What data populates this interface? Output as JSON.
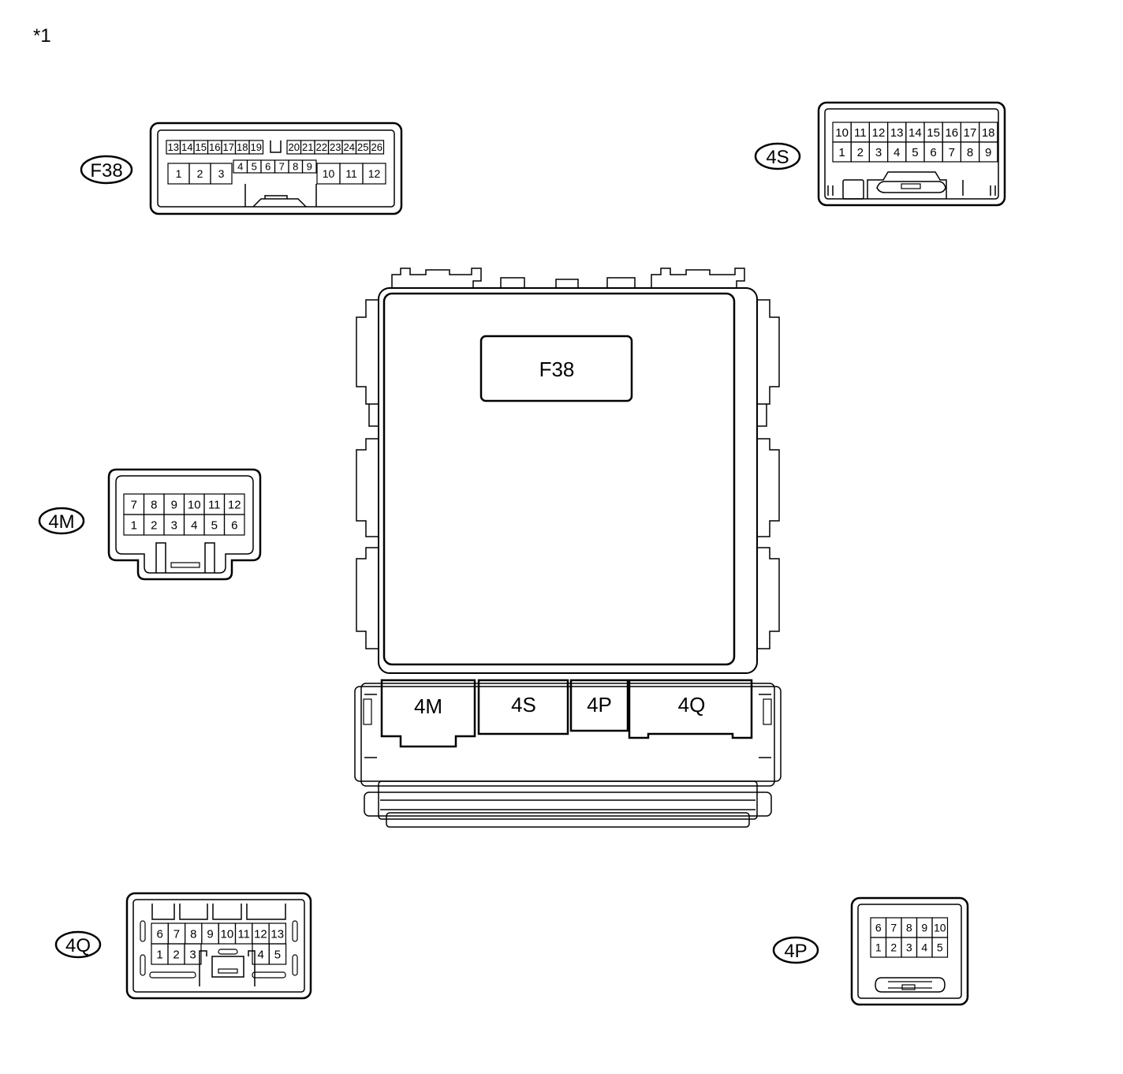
{
  "note": "*1",
  "unit": {
    "top_label": "F38",
    "bottom_labels": [
      "4M",
      "4S",
      "4P",
      "4Q"
    ]
  },
  "connectors": {
    "F38": {
      "id": "F38",
      "top_left": [
        "13",
        "14",
        "15",
        "16",
        "17",
        "18",
        "19"
      ],
      "top_right": [
        "20",
        "21",
        "22",
        "23",
        "24",
        "25",
        "26"
      ],
      "bottom_left": [
        "1",
        "2",
        "3"
      ],
      "bottom_mid": [
        "4",
        "5",
        "6",
        "7",
        "8",
        "9"
      ],
      "bottom_right": [
        "10",
        "11",
        "12"
      ]
    },
    "4S": {
      "id": "4S",
      "top": [
        "10",
        "11",
        "12",
        "13",
        "14",
        "15",
        "16",
        "17",
        "18"
      ],
      "bottom": [
        "1",
        "2",
        "3",
        "4",
        "5",
        "6",
        "7",
        "8",
        "9"
      ]
    },
    "4M": {
      "id": "4M",
      "top": [
        "7",
        "8",
        "9",
        "10",
        "11",
        "12"
      ],
      "bottom": [
        "1",
        "2",
        "3",
        "4",
        "5",
        "6"
      ]
    },
    "4Q": {
      "id": "4Q",
      "top": [
        "6",
        "7",
        "8",
        "9",
        "10",
        "11",
        "12",
        "13"
      ],
      "bottom_left": [
        "1",
        "2",
        "3"
      ],
      "bottom_right": [
        "4",
        "5"
      ]
    },
    "4P": {
      "id": "4P",
      "top": [
        "6",
        "7",
        "8",
        "9",
        "10"
      ],
      "bottom": [
        "1",
        "2",
        "3",
        "4",
        "5"
      ]
    }
  }
}
